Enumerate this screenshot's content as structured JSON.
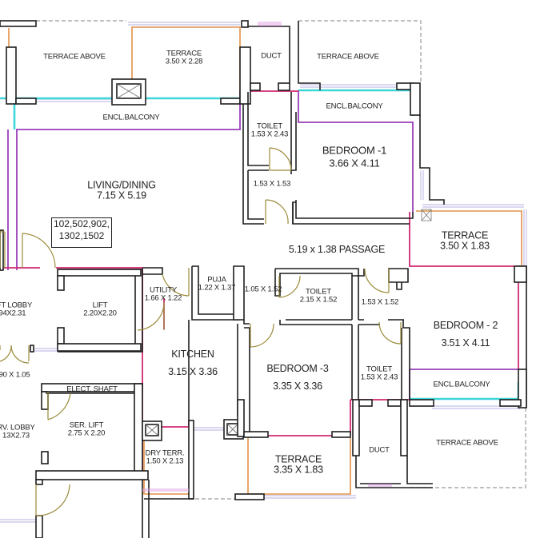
{
  "plan": {
    "unit_numbers": [
      "102,502,902,",
      "1302,1502"
    ],
    "colors": {
      "wall": "#222222",
      "encl_balcony_outer": "#3fd8d8",
      "room_outline_purple": "#9b3fb5",
      "room_outline_magenta": "#d0246e",
      "terrace_outline": "#e08a3c",
      "door_swing": "#9a8a3a",
      "window": "#b9b6e0",
      "dashed_boundary": "#999999"
    }
  },
  "rooms": {
    "terrace_above_tl": {
      "name": "TERRACE ABOVE"
    },
    "terrace_top": {
      "name": "TERRACE",
      "size": "3.50 X 2.28"
    },
    "duct_top": {
      "name": "DUCT"
    },
    "terrace_above_tr": {
      "name": "TERRACE ABOVE"
    },
    "encl_balcony_top_left": {
      "name": "ENCL.BALCONY"
    },
    "encl_balcony_top_right": {
      "name": "ENCL.BALCONY"
    },
    "toilet_1": {
      "name": "TOILET",
      "size": "1.53 X 2.43"
    },
    "dress_1": {
      "size": "1.53 X 1.53"
    },
    "bedroom_1": {
      "name": "BEDROOM -1",
      "size": "3.66 X 4.11"
    },
    "living_dining": {
      "name": "LIVING/DINING",
      "size": "7.15 X 5.19"
    },
    "passage": {
      "name": "5.19 x 1.38 PASSAGE"
    },
    "terrace_right": {
      "name": "TERRACE",
      "size": "3.50 X 1.83"
    },
    "lift_lobby": {
      "name": "FT LOBBY",
      "size": ".94X2.31"
    },
    "lift": {
      "name": "LIFT",
      "size": "2.20X2.20"
    },
    "utility": {
      "name": "UTILITY",
      "size": "1.66 X 1.22"
    },
    "puja": {
      "name": "PUJA",
      "size": "1.22 X 1.37"
    },
    "foyer": {
      "size": "1.05 X 1.52"
    },
    "toilet_2": {
      "name": "TOILET",
      "size": "2.15 X 1.52"
    },
    "dress_2": {
      "size": "1.53 X 1.52"
    },
    "bedroom_2": {
      "name": "BEDROOM - 2",
      "size": "3.51 X 4.11"
    },
    "encl_balcony_right": {
      "name": "ENCL.BALCONY"
    },
    "kitchen": {
      "name": "KITCHEN",
      "size": "3.15 X 3.36"
    },
    "bedroom_3": {
      "name": "BEDROOM -3",
      "size": "3.35 X 3.36"
    },
    "toilet_3": {
      "name": "TOILET",
      "size": "1.53 X 2.43"
    },
    "lobby_small": {
      "size": "90 X 1.05"
    },
    "elect_shaft": {
      "name": "ELECT. SHAFT"
    },
    "serv_lobby": {
      "name": "RV. LOBBY",
      "size": "13X2.73"
    },
    "ser_lift": {
      "name": "SER. LIFT",
      "size": "2.75 X 2.20"
    },
    "dry_terrace": {
      "name": "DRY TERR.",
      "size": "1.50 X 2.13"
    },
    "terrace_bottom": {
      "name": "TERRACE",
      "size": "3.35 X 1.83"
    },
    "duct_bottom": {
      "name": "DUCT"
    },
    "terrace_above_br": {
      "name": "TERRACE ABOVE"
    }
  }
}
